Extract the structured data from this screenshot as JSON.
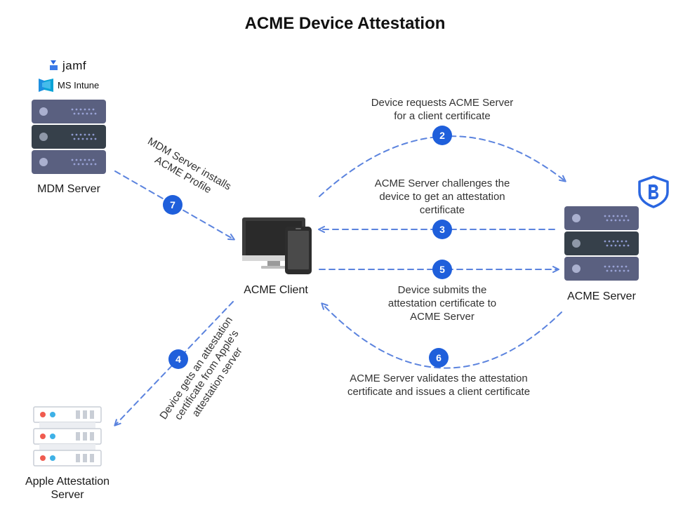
{
  "title": "ACME Device Attestation",
  "nodes": {
    "mdm_server": "MDM Server",
    "acme_client": "ACME Client",
    "acme_server": "ACME Server",
    "apple_server": "Apple Attestation\nServer"
  },
  "brands": {
    "jamf": "jamf",
    "intune": "MS Intune"
  },
  "steps": [
    {
      "num": "2",
      "text": "Device requests ACME Server\nfor a client certificate"
    },
    {
      "num": "3",
      "text": "ACME Server challenges the\ndevice to get an attestation\ncertificate"
    },
    {
      "num": "5",
      "text": "Device submits the\nattestation certificate to\nACME Server"
    },
    {
      "num": "6",
      "text": "ACME Server validates the attestation\ncertificate and issues a client certificate"
    },
    {
      "num": "7",
      "text": "MDM Server installs\nACME Profile"
    },
    {
      "num": "4",
      "text": "Device gets an attestation\ncertificate from Apple's\nattestation server"
    }
  ],
  "colors": {
    "arrow": "#5b83de",
    "badge": "#1f5fdb",
    "server_light": "#5a6080",
    "server_dark": "#36404a",
    "shield": "#2a66e0"
  },
  "icons": {
    "shield": "shield-icon",
    "jamf": "jamf-logo-icon",
    "intune": "ms-intune-logo-icon"
  }
}
